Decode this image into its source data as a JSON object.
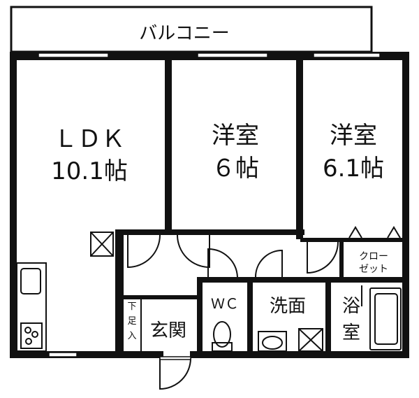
{
  "rooms": {
    "balcony": "バルコニー",
    "ldk_name": "ＬＤＫ",
    "ldk_size": "10.1帖",
    "western1_name": "洋室",
    "western1_size": "６帖",
    "western2_name": "洋室",
    "western2_size": "6.1帖",
    "closet_line1": "クロー",
    "closet_line2": "ゼット",
    "wc": "ＷＣ",
    "washroom": "洗面",
    "bath_line1": "浴",
    "bath_line2": "室",
    "entrance": "玄関",
    "shoe_box_1": "下",
    "shoe_box_2": "足",
    "shoe_box_3": "入"
  },
  "colors": {
    "wall": "#111111",
    "background": "#ffffff"
  }
}
